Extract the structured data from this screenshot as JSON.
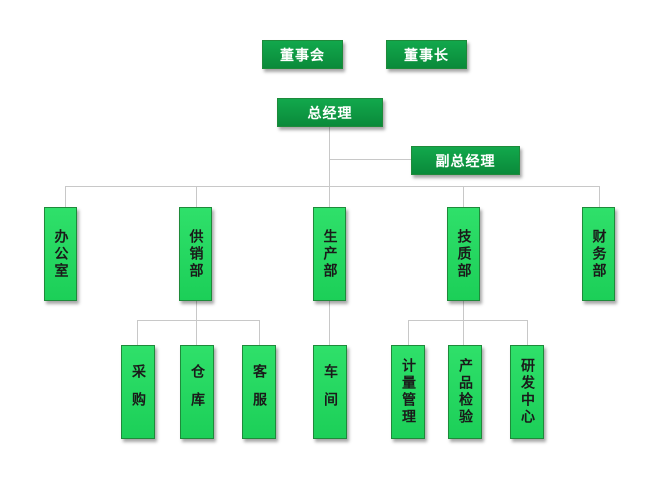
{
  "org_chart": {
    "top_left": "董事会",
    "top_right": "董事长",
    "general_manager": "总经理",
    "deputy_general_manager": "副总经理",
    "departments": [
      {
        "label": "办公室",
        "sub_units": []
      },
      {
        "label": "供销部",
        "sub_units": [
          "采购",
          "仓库",
          "客服"
        ]
      },
      {
        "label": "生产部",
        "sub_units": [
          "车间"
        ]
      },
      {
        "label": "技质部",
        "sub_units": [
          "计量管理",
          "产品检验",
          "研发中心"
        ]
      },
      {
        "label": "财务部",
        "sub_units": []
      }
    ]
  },
  "colors": {
    "dark_box": "#0f9a44",
    "light_box": "#22d85e",
    "connector": "#c8c8c8"
  }
}
